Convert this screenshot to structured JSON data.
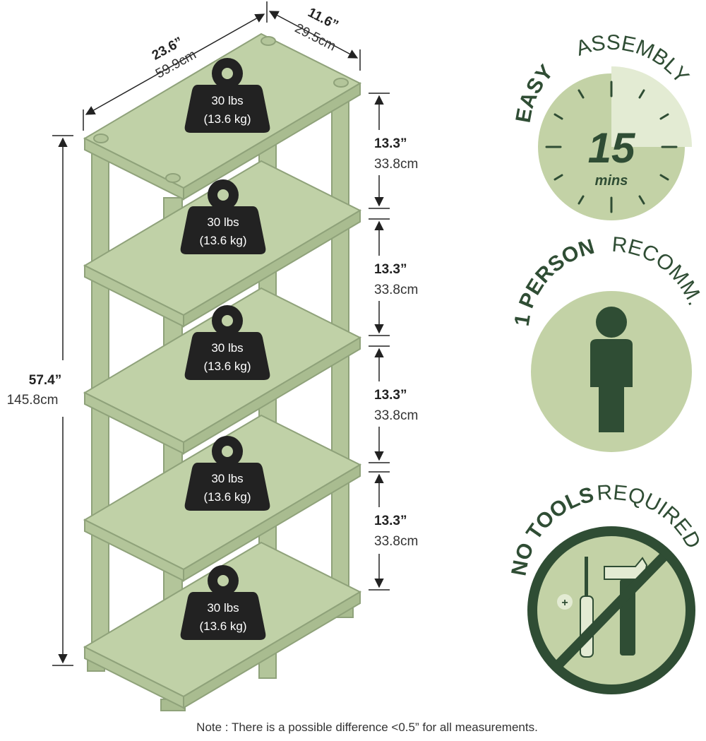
{
  "colors": {
    "shelf": "#c0d1a7",
    "shelf_edge": "#8fa27a",
    "weight": "#222222",
    "badge_bg": "#c3d2a6",
    "badge_light": "#e3ebd3",
    "dark_green": "#2f4d34"
  },
  "dimensions": {
    "depth_in": "11.6”",
    "depth_cm": "29.5cm",
    "width_in": "23.6”",
    "width_cm": "59.9cm",
    "height_in": "57.4”",
    "height_cm": "145.8cm",
    "shelf_gaps": [
      {
        "in": "13.3”",
        "cm": "33.8cm"
      },
      {
        "in": "13.3”",
        "cm": "33.8cm"
      },
      {
        "in": "13.3”",
        "cm": "33.8cm"
      },
      {
        "in": "13.3”",
        "cm": "33.8cm"
      }
    ]
  },
  "weight_capacity": [
    {
      "line1": "30 lbs",
      "line2": "(13.6 kg)"
    },
    {
      "line1": "30 lbs",
      "line2": "(13.6 kg)"
    },
    {
      "line1": "30 lbs",
      "line2": "(13.6 kg)"
    },
    {
      "line1": "30 lbs",
      "line2": "(13.6 kg)"
    },
    {
      "line1": "30 lbs",
      "line2": "(13.6 kg)"
    }
  ],
  "badges": {
    "assembly": {
      "bold": "EASY",
      "regular": "ASSEMBLY",
      "number": "15",
      "unit": "mins",
      "icon": "clock-icon"
    },
    "person": {
      "bold": "1 PERSON",
      "regular": "RECOMM.",
      "icon": "person-icon"
    },
    "tools": {
      "bold": "NO TOOLS",
      "regular": "REQUIRED",
      "icon": "no-tools-icon"
    }
  },
  "note": "Note : There is a possible difference <0.5” for all measurements."
}
